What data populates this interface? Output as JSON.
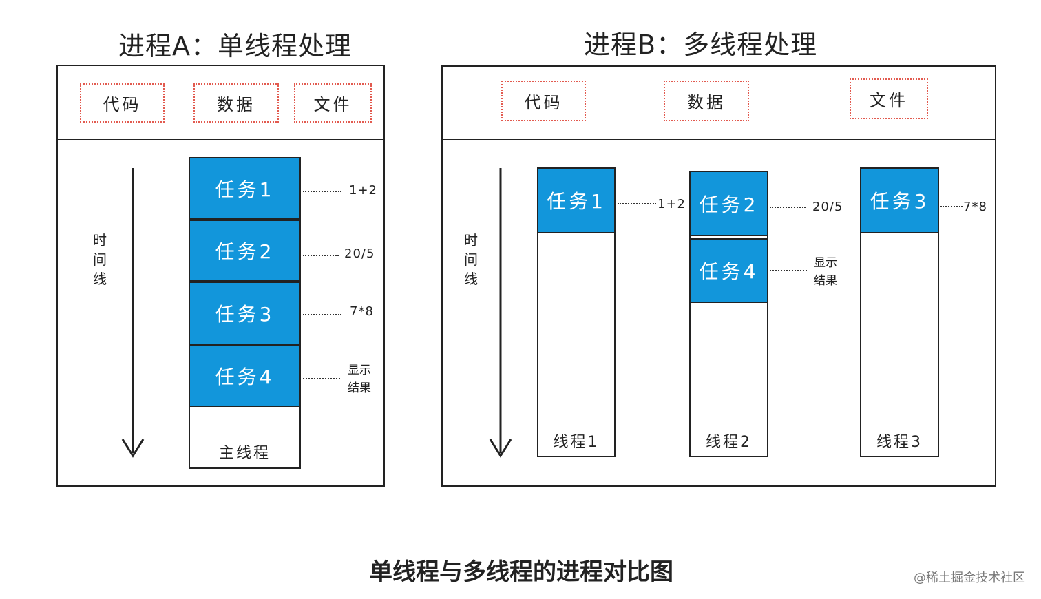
{
  "titles": {
    "left": "进程A：单线程处理",
    "right": "进程B：多线程处理"
  },
  "process_a": {
    "chips": [
      "代码",
      "数据",
      "文件"
    ],
    "timeline": [
      "时",
      "间",
      "线"
    ],
    "tasks": [
      {
        "label": "任务1",
        "note": "1+2"
      },
      {
        "label": "任务2",
        "note": "20/5"
      },
      {
        "label": "任务3",
        "note": "7*8"
      },
      {
        "label": "任务4",
        "note_lines": [
          "显示",
          "结果"
        ]
      }
    ],
    "thread_label": "主线程"
  },
  "process_b": {
    "chips": [
      "代码",
      "数据",
      "文件"
    ],
    "timeline": [
      "时",
      "间",
      "线"
    ],
    "threads": [
      {
        "label": "线程1",
        "tasks": [
          {
            "label": "任务1",
            "note": "1+2"
          }
        ]
      },
      {
        "label": "线程2",
        "tasks": [
          {
            "label": "任务2",
            "note": "20/5"
          },
          {
            "label": "任务4",
            "note_lines": [
              "显示",
              "结果"
            ]
          }
        ]
      },
      {
        "label": "线程3",
        "tasks": [
          {
            "label": "任务3",
            "note": "7*8"
          }
        ]
      }
    ]
  },
  "caption": "单线程与多线程的进程对比图",
  "watermark": "@稀土掘金技术社区",
  "colors": {
    "task_fill": "#1296db",
    "chip_border": "#e25a4f",
    "line": "#222222"
  }
}
